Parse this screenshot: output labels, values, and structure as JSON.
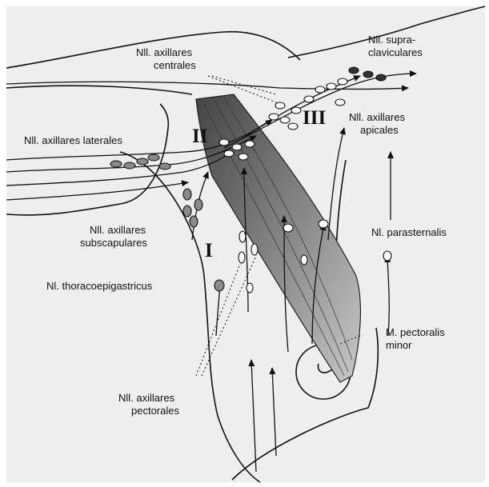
{
  "labels": {
    "supraclav_1": "Nll. supra-",
    "supraclav_2": "claviculares",
    "centrales_1": "Nll. axillares",
    "centrales_2": "centrales",
    "laterales": "Nll. axillares laterales",
    "apicales_1": "Nll. axillares",
    "apicales_2": "apicales",
    "subscap_1": "Nll. axillares",
    "subscap_2": "subscapulares",
    "parasternalis": "Nl. parasternalis",
    "thoracoepi": "Nl. thoracoepigastricus",
    "pect_minor_1": "M. pectoralis",
    "pect_minor_2": "minor",
    "pectorales_1": "Nll. axillares",
    "pectorales_2": "pectorales"
  },
  "levels": {
    "one": "I",
    "two": "II",
    "three": "III"
  },
  "colors": {
    "background": "#eeeeee",
    "line": "#111111",
    "muscle": "#6f6f6f",
    "node_light": "#ffffff",
    "node_gray": "#8a8a8a",
    "node_dark": "#333333"
  }
}
